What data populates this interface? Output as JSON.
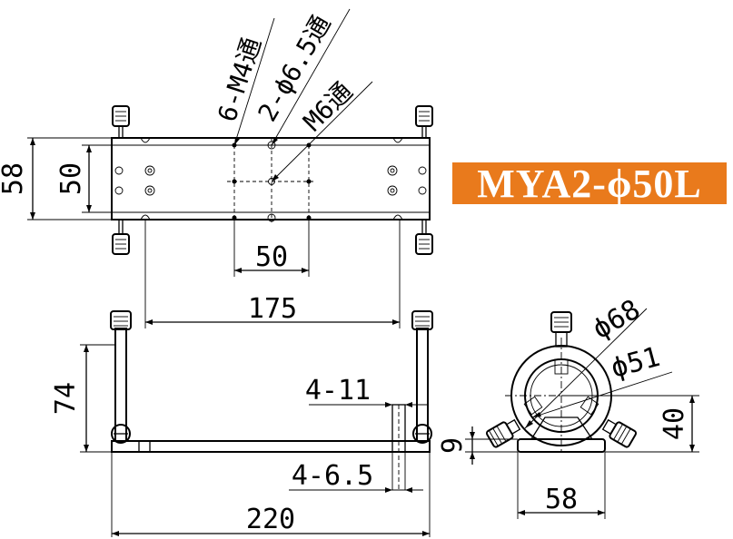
{
  "model_label": "MYA2-ϕ50L",
  "top_view": {
    "height_outer": "58",
    "height_inner": "50",
    "hole_spacing": "50",
    "mount_spacing": "175",
    "callouts": {
      "m4": "6-M4通",
      "d65": "2-ϕ6.5通",
      "m6": "M6通"
    }
  },
  "front_view": {
    "height": "74",
    "length": "220",
    "bottom_holes": "4-11",
    "through_holes": "4-6.5"
  },
  "side_view": {
    "outer_dia": "ϕ68",
    "inner_dia": "ϕ51",
    "center_height": "40",
    "base_height": "9",
    "base_width": "58"
  }
}
